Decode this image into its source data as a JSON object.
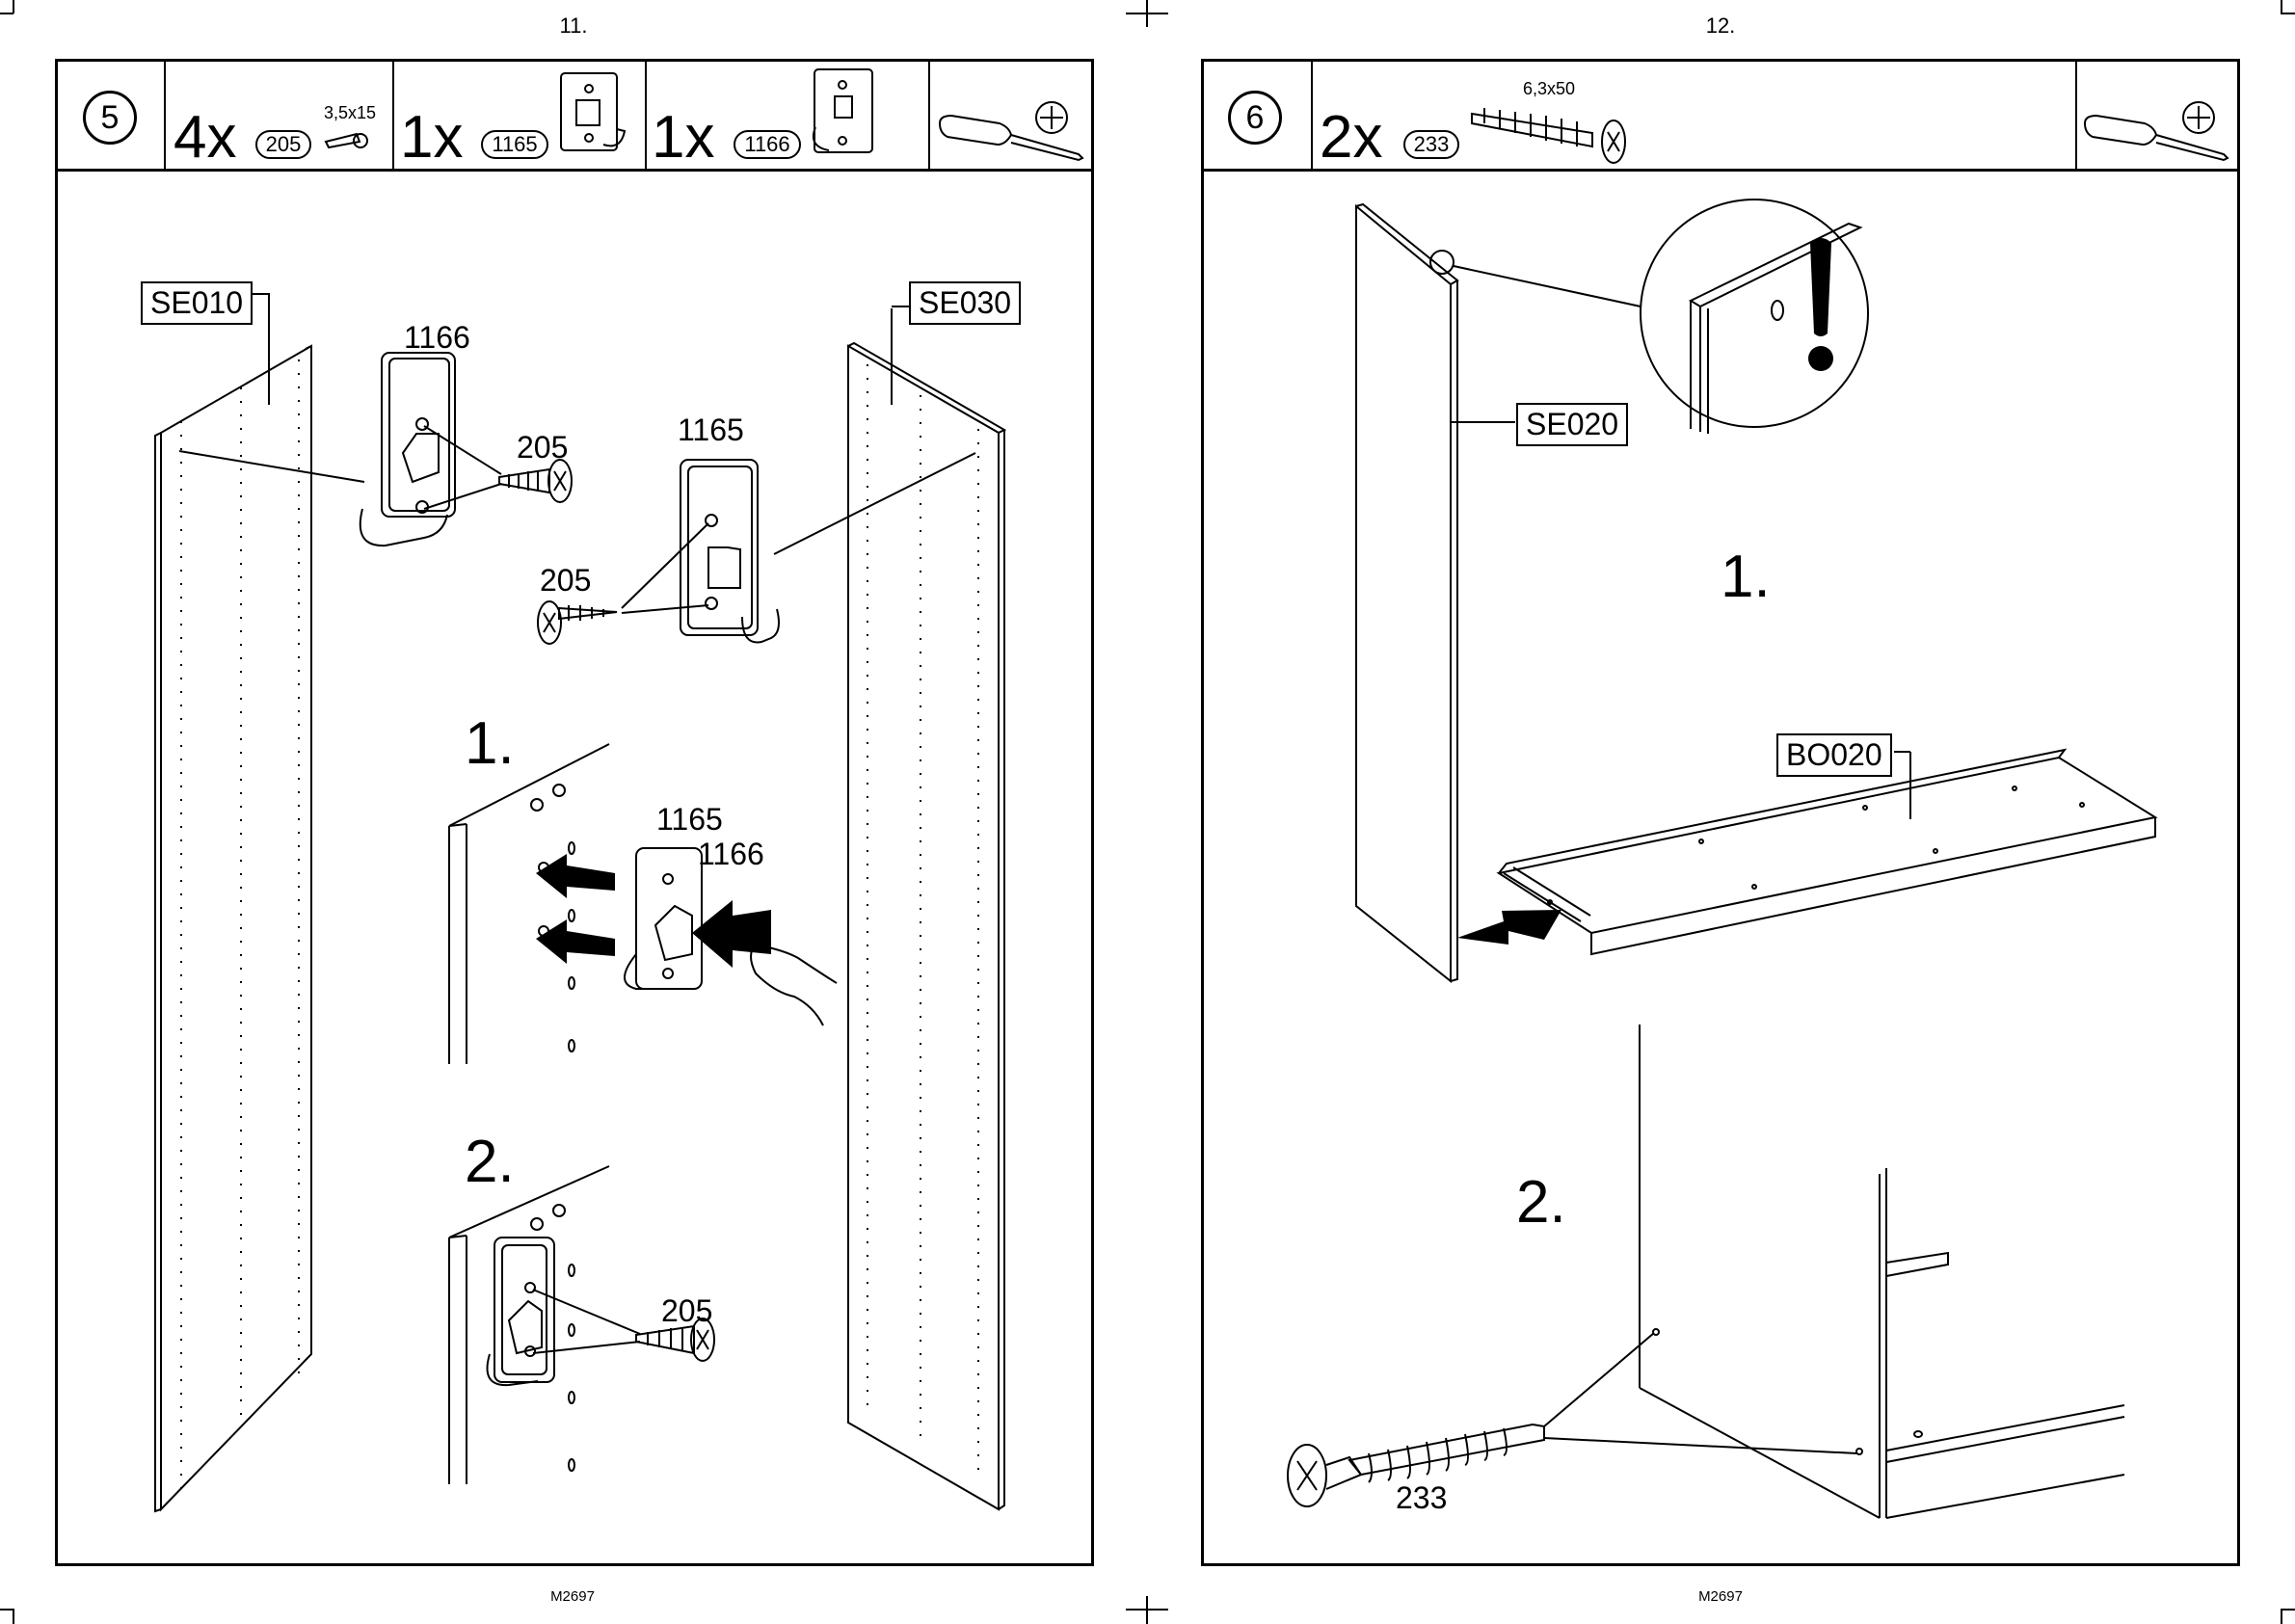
{
  "left_page": {
    "page_number": "11.",
    "footer_code": "M2697",
    "step": "5",
    "parts": [
      {
        "qty": "4x",
        "part": "205",
        "spec": "3,5x15",
        "icon": "screw-icon"
      },
      {
        "qty": "1x",
        "part": "1165",
        "icon": "bracket-icon"
      },
      {
        "qty": "1x",
        "part": "1166",
        "icon": "bracket-icon"
      }
    ],
    "tool_icon": "screwdriver-icon",
    "tool_tip_icon": "phillips-head-icon",
    "labels": {
      "panel_left": "SE010",
      "panel_right": "SE030",
      "bracket_a": "1166",
      "screw_a": "205",
      "bracket_b": "1165",
      "screw_b": "205",
      "sub1": "1.",
      "sub1_bracket_a": "1165",
      "sub1_bracket_b": "1166",
      "sub2": "2.",
      "sub2_screw": "205"
    }
  },
  "right_page": {
    "page_number": "12.",
    "footer_code": "M2697",
    "step": "6",
    "parts": [
      {
        "qty": "2x",
        "part": "233",
        "spec": "6,3x50",
        "icon": "dowel-screw-icon"
      }
    ],
    "tool_icon": "screwdriver-icon",
    "tool_tip_icon": "phillips-head-icon",
    "labels": {
      "panel": "SE020",
      "shelf": "BO020",
      "sub1": "1.",
      "sub2": "2.",
      "screw": "233"
    }
  }
}
